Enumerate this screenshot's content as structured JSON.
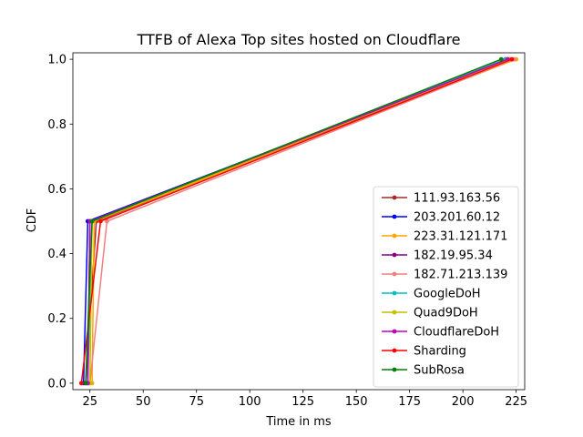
{
  "chart_data": {
    "type": "line",
    "title": "TTFB of Alexa Top sites hosted on Cloudflare",
    "xlabel": "Time in ms",
    "ylabel": "CDF",
    "xlim": [
      17,
      229
    ],
    "ylim": [
      -0.02,
      1.02
    ],
    "xticks": [
      25,
      50,
      75,
      100,
      125,
      150,
      175,
      200,
      225
    ],
    "yticks": [
      0.0,
      0.2,
      0.4,
      0.6,
      0.8,
      1.0
    ],
    "xtick_labels": [
      "25",
      "50",
      "75",
      "100",
      "125",
      "150",
      "175",
      "200",
      "225"
    ],
    "ytick_labels": [
      "0.0",
      "0.2",
      "0.4",
      "0.6",
      "0.8",
      "1.0"
    ],
    "grid": false,
    "legend_position": "lower-right",
    "series": [
      {
        "name": "111.93.163.56",
        "color": "#a52a2a",
        "x": [
          23,
          28,
          222
        ],
        "y": [
          0.0,
          0.5,
          1.0
        ]
      },
      {
        "name": "203.201.60.12",
        "color": "#0000ff",
        "x": [
          22,
          24,
          221
        ],
        "y": [
          0.0,
          0.5,
          1.0
        ]
      },
      {
        "name": "223.31.121.171",
        "color": "#ffa500",
        "x": [
          26,
          27,
          225
        ],
        "y": [
          0.0,
          0.5,
          1.0
        ]
      },
      {
        "name": "182.19.95.34",
        "color": "#800080",
        "x": [
          24,
          25,
          220
        ],
        "y": [
          0.0,
          0.5,
          1.0
        ]
      },
      {
        "name": "182.71.213.139",
        "color": "#f08080",
        "x": [
          25,
          33,
          224
        ],
        "y": [
          0.0,
          0.5,
          1.0
        ]
      },
      {
        "name": "GoogleDoH",
        "color": "#00bfbf",
        "x": [
          24,
          26,
          220
        ],
        "y": [
          0.0,
          0.5,
          1.0
        ]
      },
      {
        "name": "Quad9DoH",
        "color": "#bfbf00",
        "x": [
          25,
          26,
          222
        ],
        "y": [
          0.0,
          0.5,
          1.0
        ]
      },
      {
        "name": "CloudflareDoH",
        "color": "#bf00bf",
        "x": [
          24,
          25,
          221
        ],
        "y": [
          0.0,
          0.5,
          1.0
        ]
      },
      {
        "name": "Sharding",
        "color": "#ff0000",
        "x": [
          21,
          30,
          223
        ],
        "y": [
          0.0,
          0.5,
          1.0
        ]
      },
      {
        "name": "SubRosa",
        "color": "#008000",
        "x": [
          23,
          26,
          218
        ],
        "y": [
          0.0,
          0.5,
          1.0
        ]
      }
    ]
  }
}
